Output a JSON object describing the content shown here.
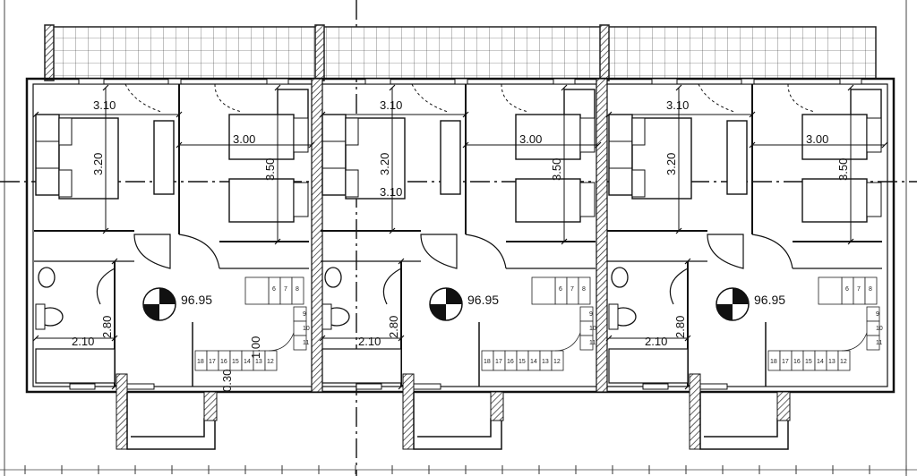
{
  "units": [
    {
      "dims": {
        "bed1_width": "3.10",
        "bed1_depth": "3.20",
        "bed2_width": "3.00",
        "bed2_depth": "3.50",
        "bath_width": "2.10",
        "bath_depth": "2.80"
      },
      "level": "96.95",
      "stair": {
        "top": [
          "6",
          "7",
          "8"
        ],
        "side": [
          "9",
          "10",
          "11"
        ],
        "bottom": [
          "18",
          "17",
          "16",
          "15",
          "14",
          "13",
          "12"
        ]
      }
    },
    {
      "dims": {
        "bed1_width": "3.10",
        "bed1_depth": "3.20",
        "bed2_width": "3.00",
        "bed2_depth": "3.50",
        "bath_width": "2.10",
        "bath_depth": "2.80"
      },
      "level": "96.95",
      "stair": {
        "top": [
          "6",
          "7",
          "8"
        ],
        "side": [
          "9",
          "10",
          "11"
        ],
        "bottom": [
          "18",
          "17",
          "16",
          "15",
          "14",
          "13",
          "12"
        ]
      }
    },
    {
      "dims": {
        "bed1_width": "3.10",
        "bed1_depth": "3.20",
        "bed2_width": "3.00",
        "bed2_depth": "3.50",
        "bath_width": "2.10",
        "bath_depth": "2.80"
      },
      "level": "96.95",
      "stair": {
        "top": [
          "6",
          "7",
          "8"
        ],
        "side": [
          "9",
          "10",
          "11"
        ],
        "bottom": [
          "18",
          "17",
          "16",
          "15",
          "14",
          "13",
          "12"
        ]
      }
    }
  ],
  "extra_dims": {
    "hall_width": "3.10",
    "stair_width": "1.00",
    "landing": "0.30"
  },
  "colors": {
    "line": "#1a1a1a",
    "paper": "#ffffff",
    "fill": "#2a2a2a"
  }
}
